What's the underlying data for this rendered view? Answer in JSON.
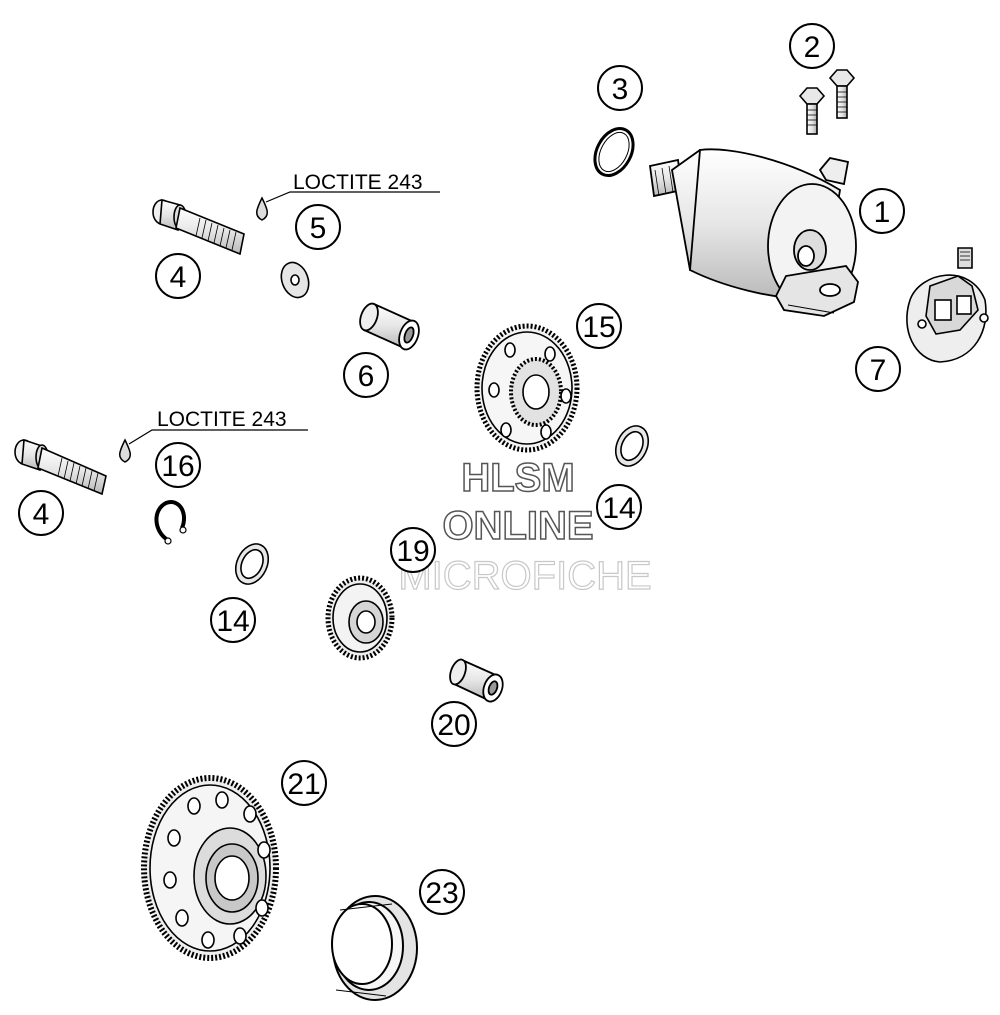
{
  "title": "",
  "notes": [
    "LOCTITE 243",
    "LOCTITE 243"
  ],
  "watermark": [
    "HLSM",
    "ONLINE",
    "MICROFICHE"
  ],
  "callouts": [
    "1",
    "2",
    "3",
    "4",
    "5",
    "6",
    "7",
    "15",
    "4",
    "16",
    "14",
    "14",
    "19",
    "20",
    "21",
    "23"
  ],
  "parts": [
    {
      "icon": "starter-motor-icon"
    },
    {
      "icon": "bolt-icon"
    },
    {
      "icon": "o-ring-icon"
    },
    {
      "icon": "screw-icon"
    },
    {
      "icon": "washer-icon"
    },
    {
      "icon": "bushing-icon"
    },
    {
      "icon": "brush-holder-icon"
    },
    {
      "icon": "intermediate-gear-icon"
    },
    {
      "icon": "circlip-icon"
    },
    {
      "icon": "gear-icon"
    },
    {
      "icon": "freewheel-gear-icon"
    },
    {
      "icon": "bearing-ring-icon"
    }
  ],
  "colors": {
    "line": "#000000",
    "fill": "#ffffff",
    "shade": "#d9d9d9"
  }
}
